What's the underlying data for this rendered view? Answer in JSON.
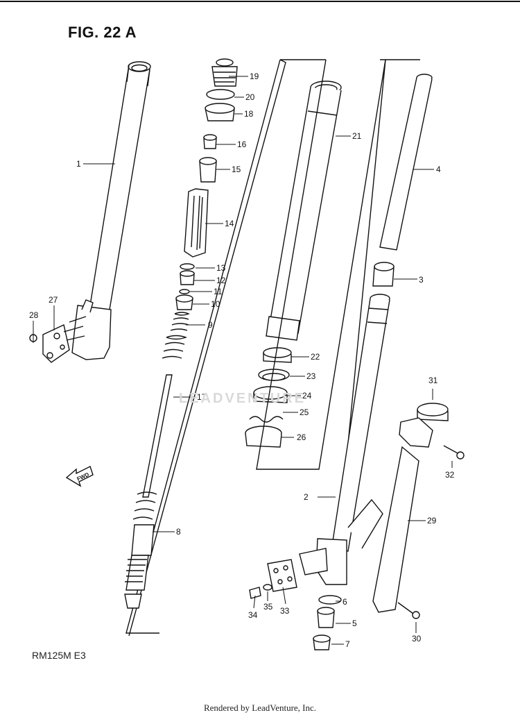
{
  "figure_title": "FIG. 22 A",
  "model_label": "RM125M  E3",
  "footer_text": "Rendered by LeadVenture, Inc.",
  "watermark_text": "LEADVENTURE",
  "fwd_label": "FWD",
  "part_numbers": [
    "1",
    "2",
    "3",
    "4",
    "5",
    "6",
    "7",
    "8",
    "9",
    "10",
    "11",
    "12",
    "13",
    "14",
    "15",
    "16",
    "17",
    "18",
    "19",
    "20",
    "21",
    "22",
    "23",
    "24",
    "25",
    "26",
    "27",
    "28",
    "29",
    "30",
    "31",
    "32",
    "33",
    "34",
    "35"
  ]
}
